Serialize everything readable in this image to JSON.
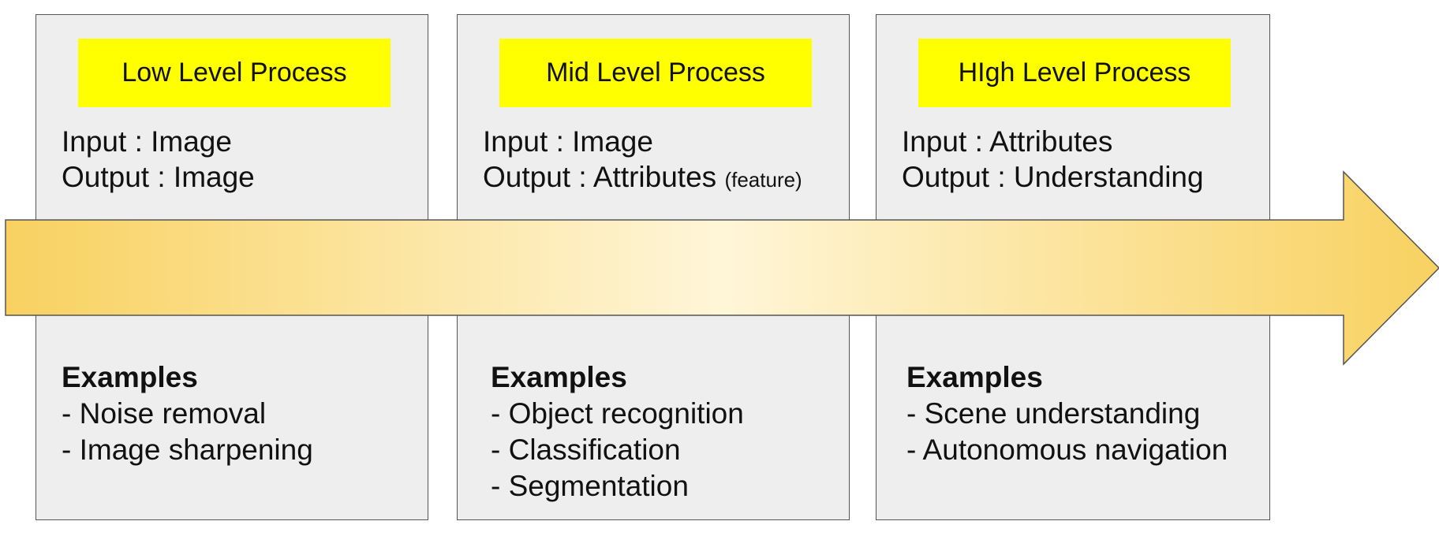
{
  "stages": [
    {
      "title": "Low Level Process",
      "input_label": "Input : Image",
      "output_label": "Output : Image",
      "output_note": "",
      "examples_heading": "Examples",
      "examples": [
        "- Noise removal",
        "- Image sharpening"
      ]
    },
    {
      "title": "Mid Level Process",
      "input_label": "Input : Image",
      "output_label": "Output : Attributes",
      "output_note": "(feature)",
      "examples_heading": "Examples",
      "examples": [
        "- Object recognition",
        "- Classification",
        "- Segmentation"
      ]
    },
    {
      "title": "HIgh Level Process",
      "input_label": "Input : Attributes",
      "output_label": "Output : Understanding",
      "output_note": "",
      "examples_heading": "Examples",
      "examples": [
        "- Scene understanding",
        "- Autonomous navigation"
      ]
    }
  ],
  "colors": {
    "title_highlight": "#ffff00",
    "panel_fill": "#eeeeee",
    "arrow_edge": "#f8d160",
    "arrow_center": "#fff6d8"
  }
}
